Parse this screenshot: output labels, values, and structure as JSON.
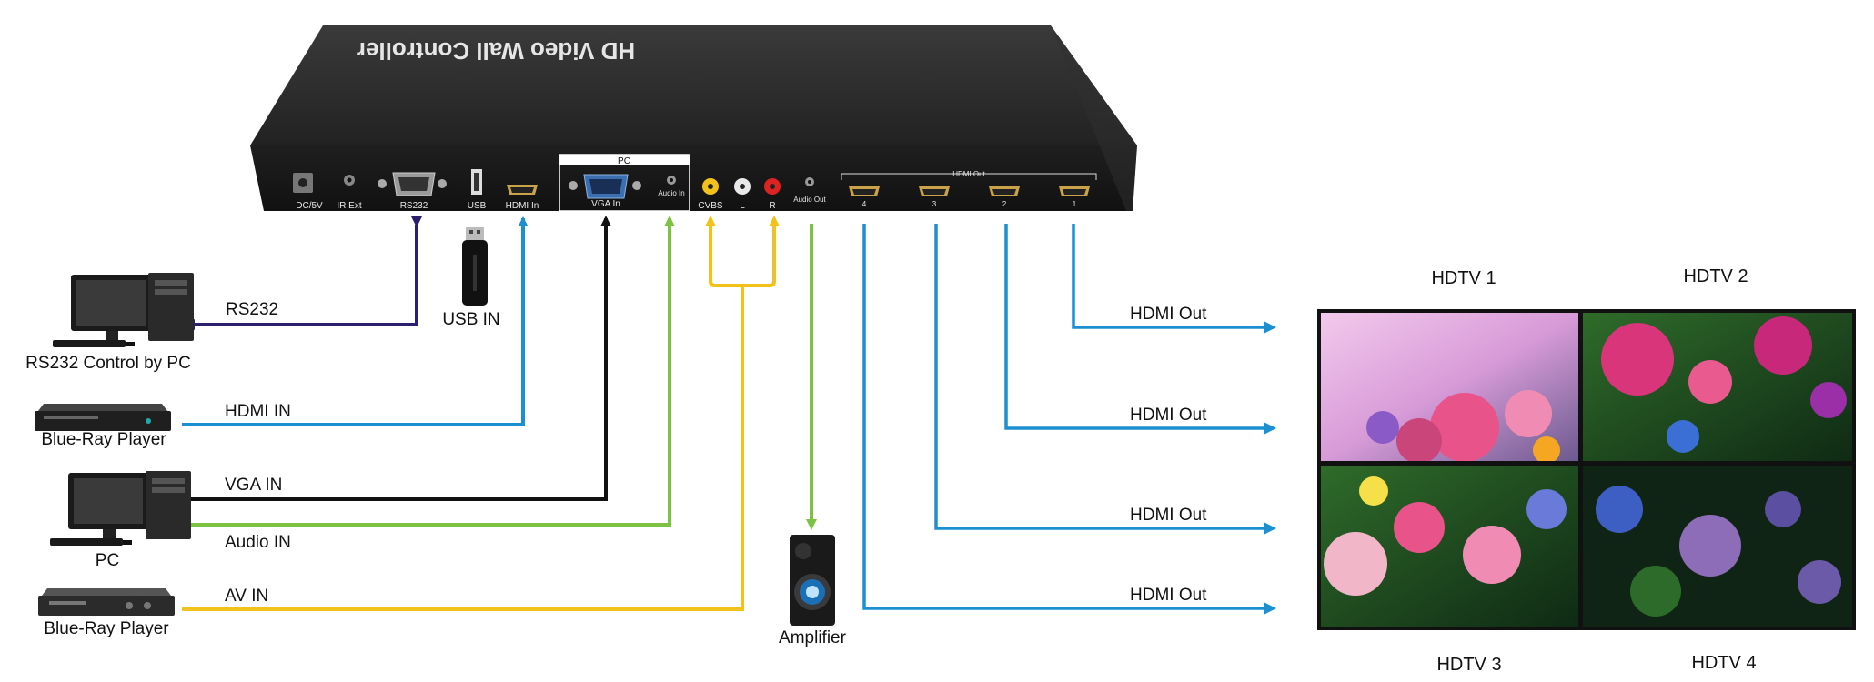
{
  "device": {
    "title": "HD Video Wall Controller",
    "ports": {
      "dc": "DC/5V",
      "ir": "IR Ext",
      "rs232": "RS232",
      "usb": "USB",
      "hdmi_in": "HDMI In",
      "pc_group": "PC",
      "vga_in": "VGA In",
      "audio_in": "Audio In",
      "cvbs": "CVBS",
      "l": "L",
      "r": "R",
      "audio_out": "Audio Out",
      "hdmi_out_group": "HDMI Out",
      "out4": "4",
      "out3": "3",
      "out2": "2",
      "out1": "1"
    }
  },
  "sources": {
    "rs232_pc": "RS232 Control by PC",
    "bluray_1": "Blue-Ray Player",
    "pc": "PC",
    "bluray_2": "Blue-Ray Player",
    "usb_in": "USB IN",
    "amplifier": "Amplifier"
  },
  "connections": {
    "rs232": "RS232",
    "hdmi_in": "HDMI IN",
    "vga_in": "VGA IN",
    "audio_in": "Audio IN",
    "av_in": "AV IN",
    "hdmi_out_1": "HDMI Out",
    "hdmi_out_2": "HDMI Out",
    "hdmi_out_3": "HDMI Out",
    "hdmi_out_4": "HDMI Out"
  },
  "videowall": {
    "hdtv1": "HDTV 1",
    "hdtv2": "HDTV 2",
    "hdtv3": "HDTV 3",
    "hdtv4": "HDTV 4"
  },
  "colors": {
    "rs232": "#2b1f6e",
    "hdmi": "#1b8fd0",
    "vga": "#111111",
    "audio": "#7dc243",
    "av": "#f2c21a",
    "device_body": "#2a2a2a"
  },
  "icons": {
    "pc": "desktop-pc-icon",
    "bluray": "bluray-player-icon",
    "usb": "usb-stick-icon",
    "amplifier": "speaker-icon"
  }
}
